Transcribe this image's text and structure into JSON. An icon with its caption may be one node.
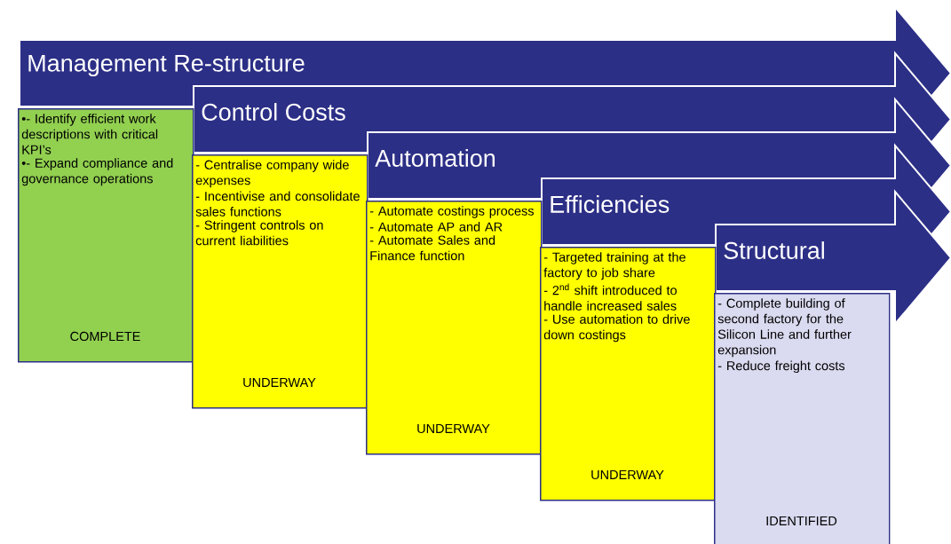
{
  "diagram": {
    "nodes": [
      {
        "text": [
          "Management Re-structure"
        ]
      },
      {
        "text": [
          "•- Identify efficient work descriptions with critical KPI’s",
          "•- Expand compliance and governance operations",
          "COMPLETE"
        ]
      },
      {
        "text": [
          "Control Costs"
        ]
      },
      {
        "text": [
          "- Centralise company wide expenses",
          "- Incentivise and consolidate sales functions",
          "- Stringent controls on current liabilities",
          "UNDERWAY"
        ]
      },
      {
        "text": [
          "Automation"
        ]
      },
      {
        "text": [
          "- Automate costings process",
          "- Automate AP and AR",
          "- Automate Sales and Finance function",
          "UNDERWAY"
        ]
      },
      {
        "text": [
          "Efficiencies"
        ]
      },
      {
        "text": [
          "- Targeted training at the factory to job share",
          "- 2$^{nd}$ shift introduced to handle increased sales",
          "- Use automation to drive down costings",
          "UNDERWAY"
        ]
      },
      {
        "text": [
          "Structural"
        ]
      },
      {
        "text": [
          "- Complete building of second factory for the Silicon Line and further expansion",
          "- Reduce freight costs",
          "IDENTIFIED"
        ]
      }
    ]
  }
}
